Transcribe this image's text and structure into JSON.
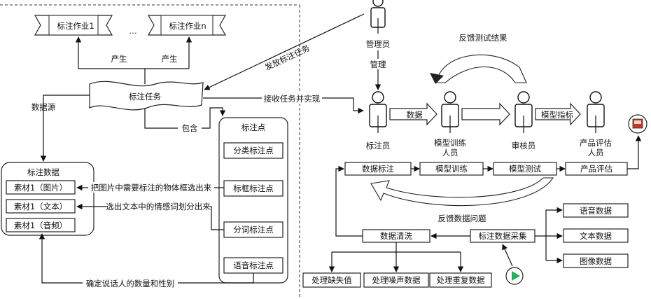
{
  "left": {
    "job1": "标注作业1",
    "ellipsis": "…",
    "jobn": "标注作业n",
    "produce1": "产生",
    "produce2": "产生",
    "task": "标注任务",
    "data_source": "数据源",
    "contains": "包含",
    "points_title": "标注点",
    "points": [
      "分类标注点",
      "标框标注点",
      "分词标注点",
      "语音标注点"
    ],
    "data_title": "标注数据",
    "materials": [
      "素材1（图片）",
      "素材1（文本）",
      "素材1（音频）"
    ],
    "desc_image": "把图片中需要标注的物体框选出来",
    "desc_text": "选出文本中的情感词划分出来",
    "desc_audio": "确定说话人的数量和性别"
  },
  "middle": {
    "dispatch": "发放标注任务",
    "receive": "接收任务并实现"
  },
  "right": {
    "admin": "管理员",
    "manage": "管理",
    "feedback_test": "反馈测试结果",
    "data_arrow": "数据",
    "model_metric_arrow": "模型指标",
    "roles": [
      "标注员",
      "模型训练\n人员",
      "审核员",
      "产品评估\n人员"
    ],
    "pipeline": [
      "数据标注",
      "模型训练",
      "模型测试",
      "产品评估"
    ],
    "feedback_data": "反馈数据问题",
    "clean": "数据清洗",
    "collect": "标注数据采集",
    "clean_steps": [
      "处理缺失值",
      "处理噪声数据",
      "处理重复数据"
    ],
    "data_types": [
      "语音数据",
      "文本数据",
      "图像数据"
    ]
  }
}
